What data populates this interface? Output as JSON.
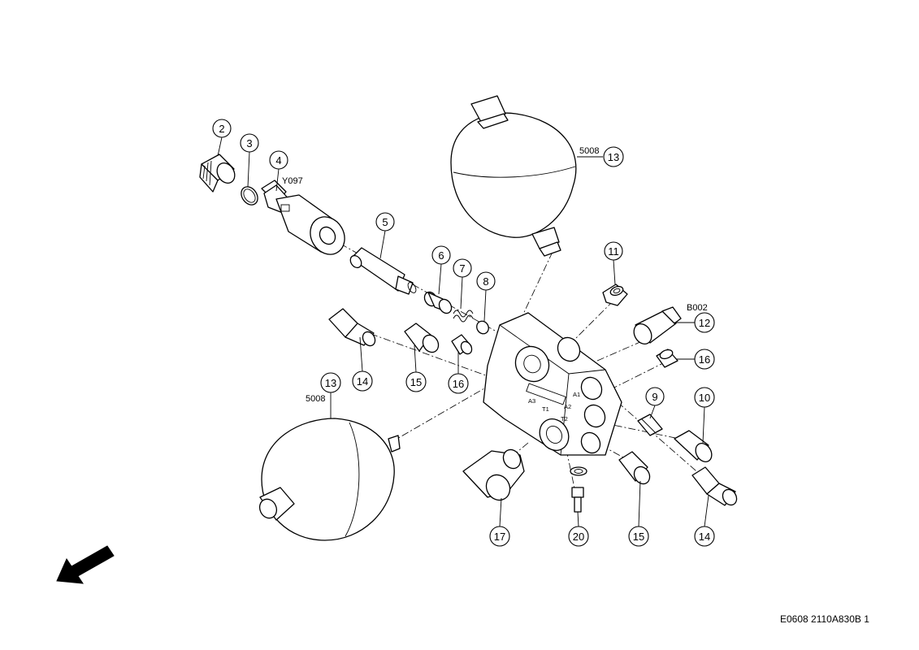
{
  "callouts": {
    "c1": "2",
    "c2": "3",
    "c3": "4",
    "c4": "5",
    "c5": "6",
    "c6": "7",
    "c7": "8",
    "c8": "13",
    "c9": "11",
    "c10": "12",
    "c11": "16",
    "c12": "14",
    "c13": "15",
    "c14": "16",
    "c15": "13",
    "c16": "9",
    "c17": "10",
    "c18": "17",
    "c19": "20",
    "c20": "15",
    "c21": "14"
  },
  "codes": {
    "solenoid": "Y097",
    "accumulator_top": "5008",
    "accumulator_bottom": "5008",
    "pressure_switch": "B002"
  },
  "ports": {
    "a1": "A1",
    "a2": "A2",
    "a3": "A3",
    "t1": "T1",
    "t2": "T2"
  },
  "drawing_id": "E0608 2110A830B 1"
}
